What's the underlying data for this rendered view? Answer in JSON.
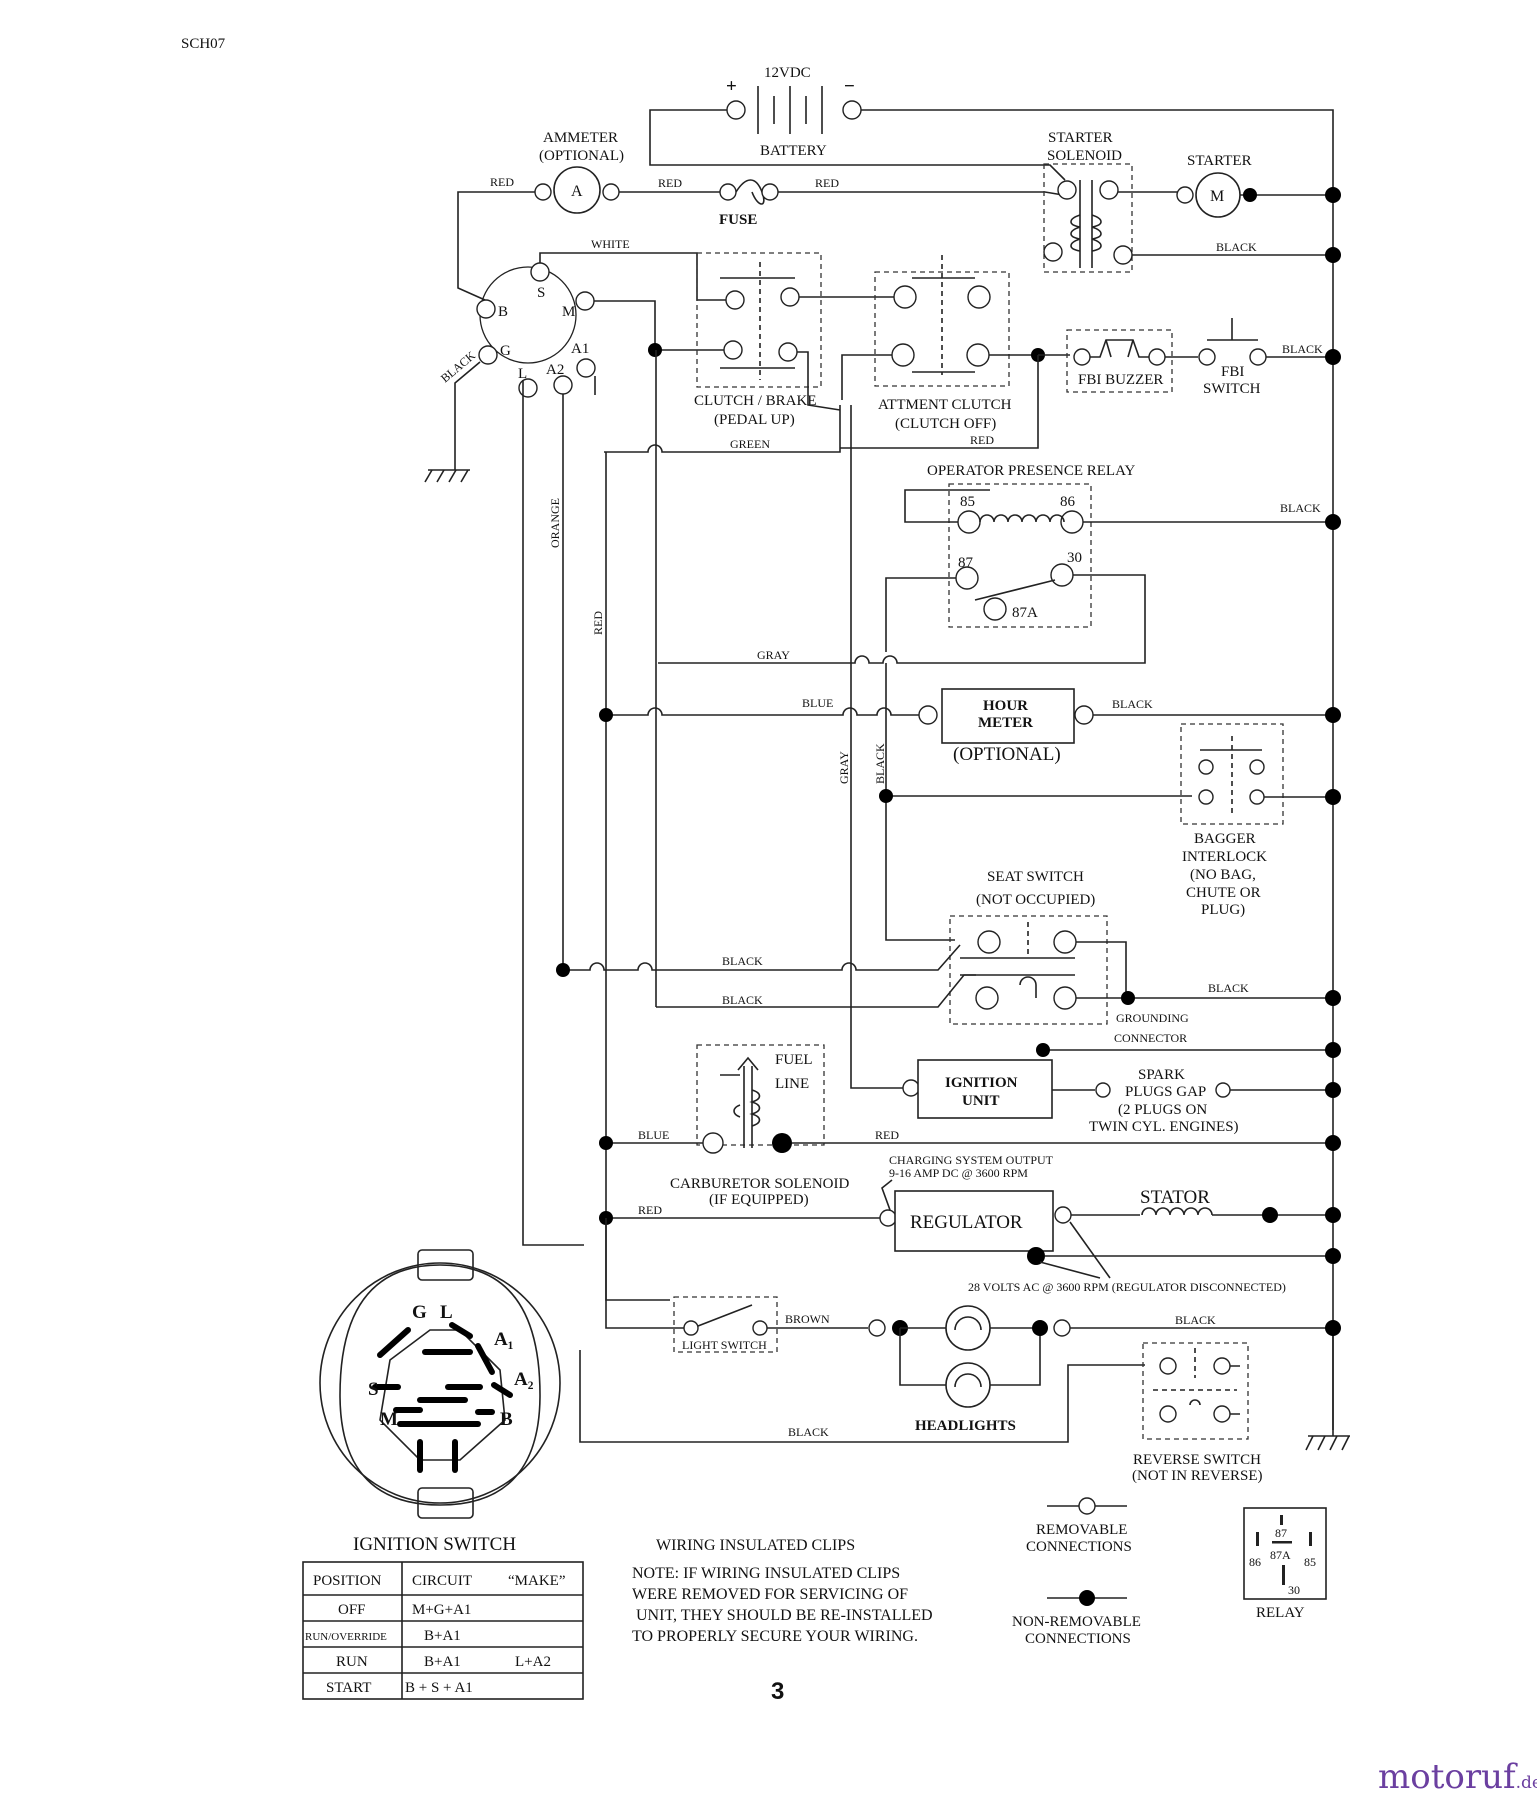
{
  "header": {
    "code": "SCH07",
    "page_number": "3"
  },
  "labels": {
    "battery": "BATTERY",
    "battery_voltage": "12VDC",
    "plus": "+",
    "minus": "−",
    "ammeter_l1": "AMMETER",
    "ammeter_l2": "(OPTIONAL)",
    "ammeter_symbol": "A",
    "fuse": "FUSE",
    "starter_solenoid_l1": "STARTER",
    "starter_solenoid_l2": "SOLENOID",
    "starter": "STARTER",
    "starter_symbol": "M",
    "clutch_brake_l1": "CLUTCH / BRAKE",
    "clutch_brake_l2": "(PEDAL UP)",
    "attment_clutch_l1": "ATTMENT CLUTCH",
    "attment_clutch_l2": "(CLUTCH OFF)",
    "fbi_buzzer": "FBI BUZZER",
    "fbi_switch_l1": "FBI",
    "fbi_switch_l2": "SWITCH",
    "opr": "OPERATOR PRESENCE RELAY",
    "relay_85": "85",
    "relay_86": "86",
    "relay_87": "87",
    "relay_30": "30",
    "relay_87a": "87A",
    "hour_meter_l1": "HOUR",
    "hour_meter_l2": "METER",
    "hour_meter_opt": "(OPTIONAL)",
    "bagger_l1": "BAGGER",
    "bagger_l2": "INTERLOCK",
    "bagger_l3": "(NO BAG,",
    "bagger_l4": "CHUTE OR",
    "bagger_l5": "PLUG)",
    "seat_l1": "SEAT SWITCH",
    "seat_l2": "(NOT OCCUPIED)",
    "grounding_l1": "GROUNDING",
    "grounding_l2": "CONNECTOR",
    "fuel_l1": "FUEL",
    "fuel_l2": "LINE",
    "ignition_unit_l1": "IGNITION",
    "ignition_unit_l2": "UNIT",
    "spark_l1": "SPARK",
    "spark_l2": "PLUGS GAP",
    "spark_l3": "(2 PLUGS ON",
    "spark_l4": "TWIN CYL. ENGINES)",
    "carb_l1": "CARBURETOR SOLENOID",
    "carb_l2": "(IF EQUIPPED)",
    "charging_l1": "CHARGING SYSTEM OUTPUT",
    "charging_l2": "9-16 AMP DC @ 3600 RPM",
    "regulator": "REGULATOR",
    "stator": "STATOR",
    "volts_note": "28 VOLTS AC @ 3600 RPM (REGULATOR DISCONNECTED)",
    "light_switch": "LIGHT SWITCH",
    "headlights": "HEADLIGHTS",
    "reverse_l1": "REVERSE SWITCH",
    "reverse_l2": "(NOT IN REVERSE)",
    "removable_l1": "REMOVABLE",
    "removable_l2": "CONNECTIONS",
    "nonremovable_l1": "NON-REMOVABLE",
    "nonremovable_l2": "CONNECTIONS",
    "relay": "RELAY",
    "ign_switch_title": "IGNITION SWITCH"
  },
  "wires": {
    "red1": "RED",
    "red2": "RED",
    "red3": "RED",
    "white": "WHITE",
    "black_sol": "BLACK",
    "black_fbi": "BLACK",
    "green": "GREEN",
    "red_relay": "RED",
    "black_relay": "BLACK",
    "orange": "ORANGE",
    "red_vert": "RED",
    "gray_h": "GRAY",
    "blue_h": "BLUE",
    "black_hm": "BLACK",
    "gray_v": "GRAY",
    "black_v": "BLACK",
    "black_seat1": "BLACK",
    "black_seat2": "BLACK",
    "black_ground": "BLACK",
    "blue_carb": "BLUE",
    "red_carb": "RED",
    "red_reg": "RED",
    "brown": "BROWN",
    "black_head": "BLACK",
    "black_bottom": "BLACK",
    "black_ign": "BLACK"
  },
  "ignition_terminals": [
    "B",
    "S",
    "M",
    "G",
    "L",
    "A2",
    "A1"
  ],
  "ignition_switch_face": {
    "G": "G",
    "L": "L",
    "A1": "A₁",
    "A2": "A₂",
    "S": "S",
    "M": "M",
    "B": "B"
  },
  "switch_table": {
    "headers": [
      "POSITION",
      "CIRCUIT",
      "“MAKE”"
    ],
    "rows": [
      [
        "OFF",
        "M+G+A1",
        ""
      ],
      [
        "RUN/OVERRIDE",
        "B+A1",
        ""
      ],
      [
        "RUN",
        "B+A1",
        "L+A2"
      ],
      [
        "START",
        "B + S + A1",
        ""
      ]
    ]
  },
  "notes": {
    "title": "WIRING INSULATED CLIPS",
    "lines": [
      "NOTE:  IF WIRING INSULATED CLIPS",
      "WERE REMOVED FOR SERVICING OF",
      " UNIT, THEY SHOULD BE RE-INSTALLED",
      "TO PROPERLY SECURE YOUR WIRING."
    ]
  },
  "relay_legend": {
    "p87": "87",
    "p87a": "87A",
    "p86": "86",
    "p85": "85",
    "p30": "30"
  },
  "brand": {
    "name": "motoruf",
    "tld": ".de"
  }
}
